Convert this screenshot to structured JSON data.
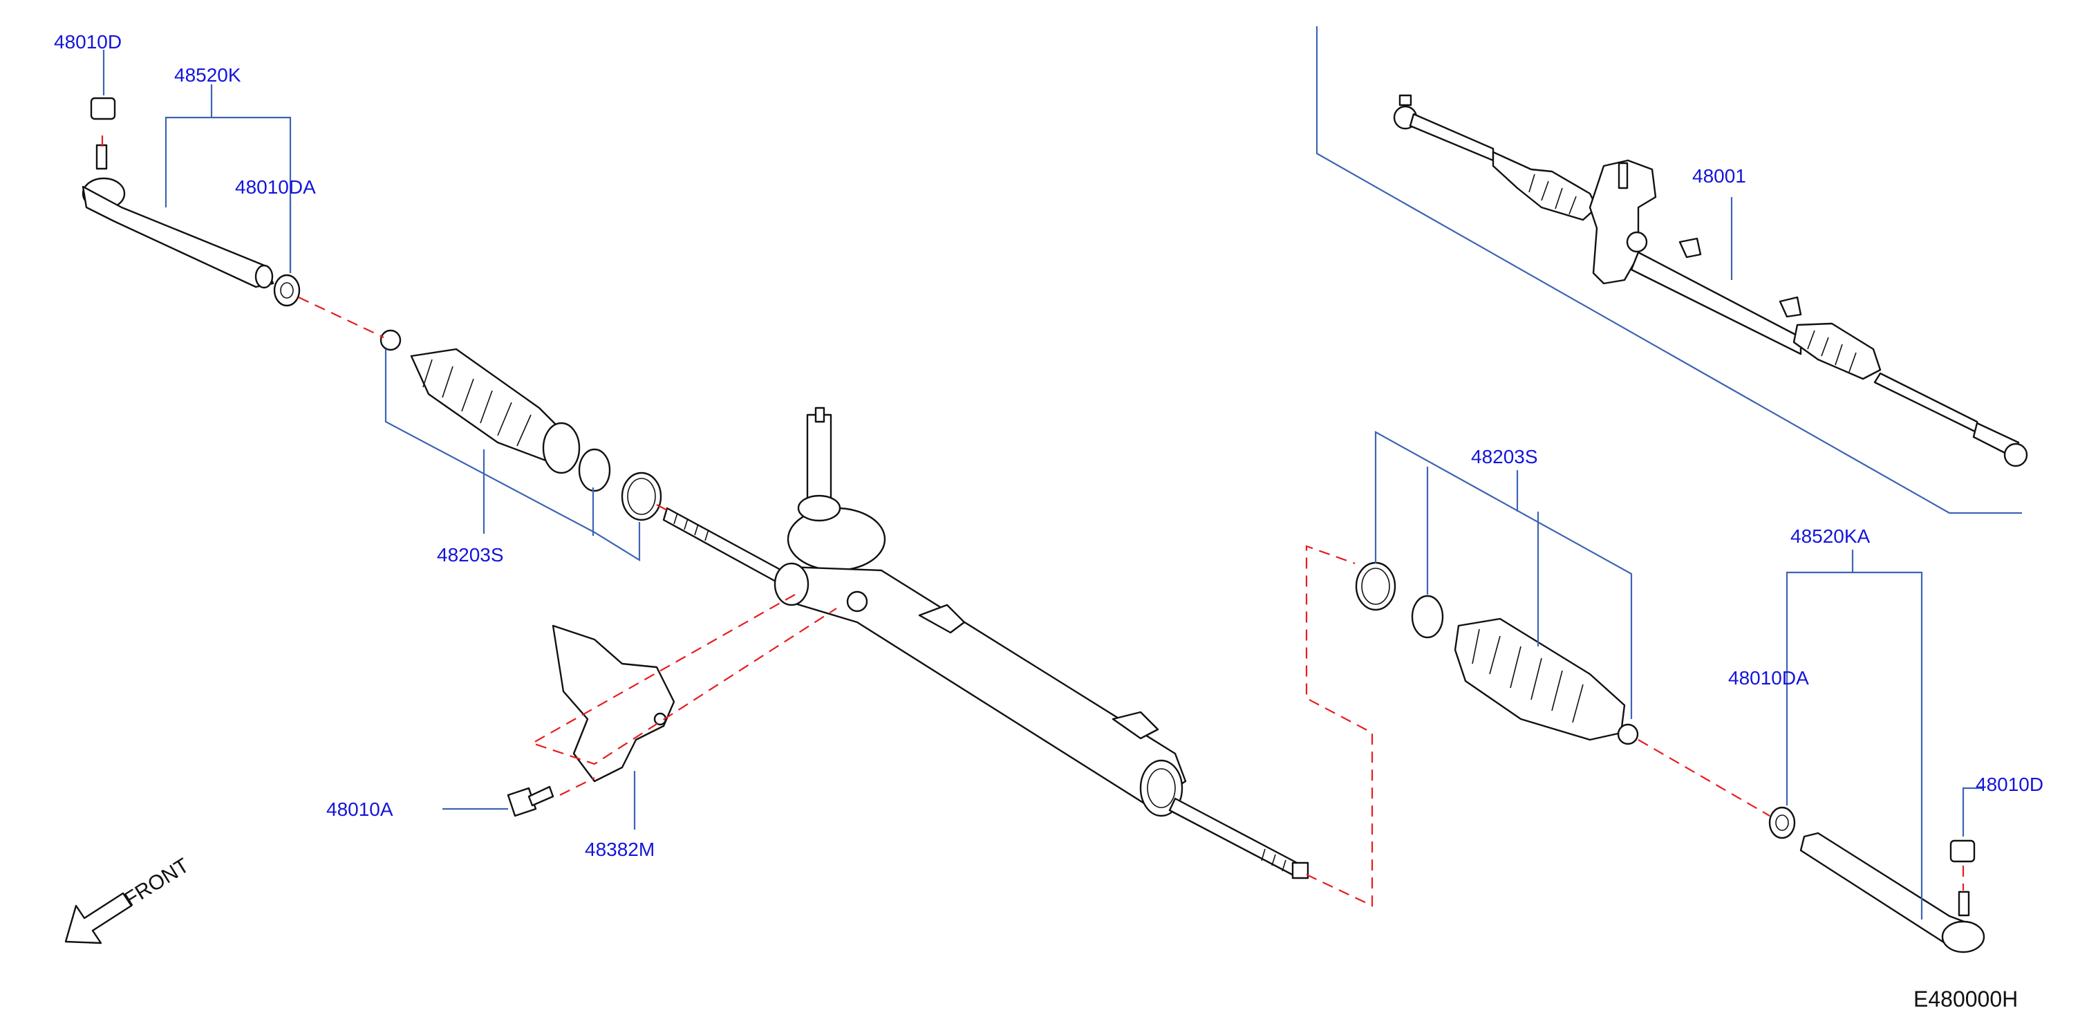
{
  "diagram_code": "E480000H",
  "front_label": "FRONT",
  "callouts": {
    "p48010D_left": "48010D",
    "p48520K": "48520K",
    "p48010DA_left": "48010DA",
    "p48203S_left": "48203S",
    "p48010A": "48010A",
    "p48382M": "48382M",
    "p48001": "48001",
    "p48203S_right": "48203S",
    "p48520KA": "48520KA",
    "p48010DA_right": "48010DA",
    "p48010D_right": "48010D"
  },
  "colors": {
    "callout_text": "#1414dc",
    "leader_line": "#3c64b4",
    "assembly_dash": "#e81c1c",
    "part_outline": "#111111"
  },
  "icons": {
    "front_arrow": "front-arrow-icon"
  }
}
